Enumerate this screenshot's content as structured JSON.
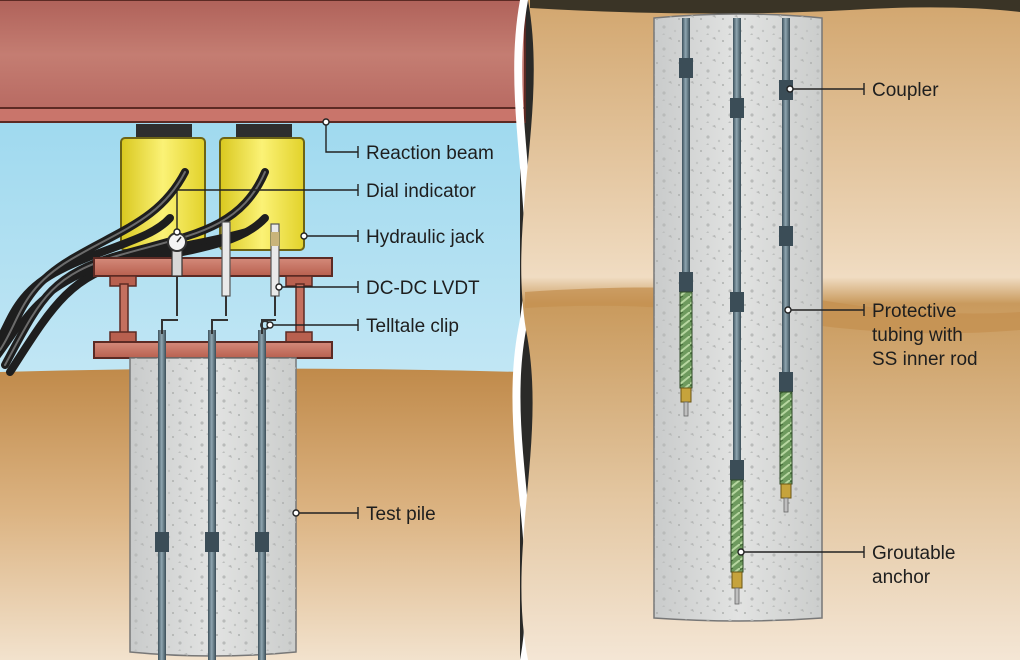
{
  "labels": {
    "reaction_beam": "Reaction beam",
    "dial_indicator": "Dial indicator",
    "hydraulic_jack": "Hydraulic jack",
    "dc_dc_lvdt": "DC-DC LVDT",
    "telltale_clip": "Telltale clip",
    "test_pile": "Test pile",
    "coupler": "Coupler",
    "protective_tubing_line1": "Protective",
    "protective_tubing_line2": "tubing with",
    "protective_tubing_line3": "SS inner rod",
    "groutable_anchor_line1": "Groutable",
    "groutable_anchor_line2": "anchor"
  },
  "colors": {
    "beam": "#b86a62",
    "beam_flange": "#c9756b",
    "jack": "#efe33a",
    "sky": "#bfe3f2",
    "soil": "#c79557",
    "concrete": "#d4d5d4",
    "tubing": "#4f6672",
    "anchor": "#7fa56c",
    "bearing_plate": "#c4705f"
  }
}
